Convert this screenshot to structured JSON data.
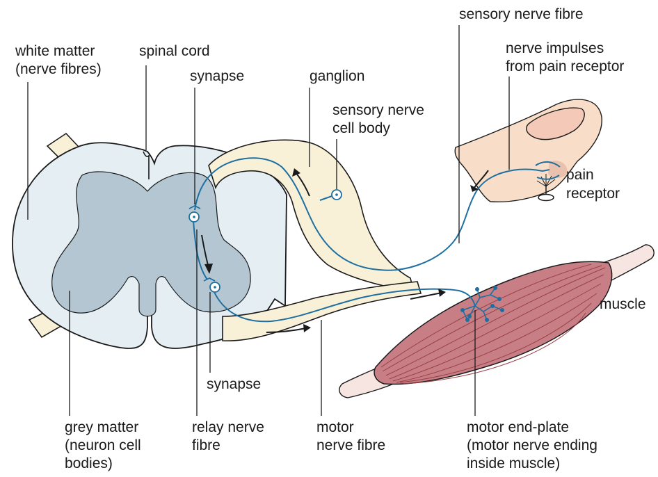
{
  "labels": {
    "white_matter": [
      "white matter",
      "(nerve fibres)"
    ],
    "spinal_cord": "spinal cord",
    "synapse_top": "synapse",
    "ganglion": "ganglion",
    "sensory_cell_body": [
      "sensory nerve",
      "cell body"
    ],
    "sensory_fibre": "sensory nerve fibre",
    "nerve_impulses": [
      "nerve impulses",
      "from pain receptor"
    ],
    "pain_receptor": [
      "pain",
      "receptor"
    ],
    "muscle": "muscle",
    "synapse_bottom": "synapse",
    "grey_matter": [
      "grey matter",
      "(neuron cell",
      "bodies)"
    ],
    "relay_fibre": [
      "relay nerve",
      "fibre"
    ],
    "motor_fibre": [
      "motor",
      "nerve fibre"
    ],
    "motor_end_plate": [
      "motor end-plate",
      "(motor nerve ending",
      "inside muscle)"
    ]
  },
  "colors": {
    "outline": "#1a1a1a",
    "cord_fill": "#e4eef3",
    "grey_matter": "#b3c6d1",
    "nerve_root": "#f8f1d8",
    "nerve_fibre": "#1e6fa0",
    "skin": "#f8ddc8",
    "nail": "#f4c9b8",
    "muscle": "#c77f85",
    "muscle_line": "#9c3f48",
    "tendon": "#f7e5e2"
  }
}
